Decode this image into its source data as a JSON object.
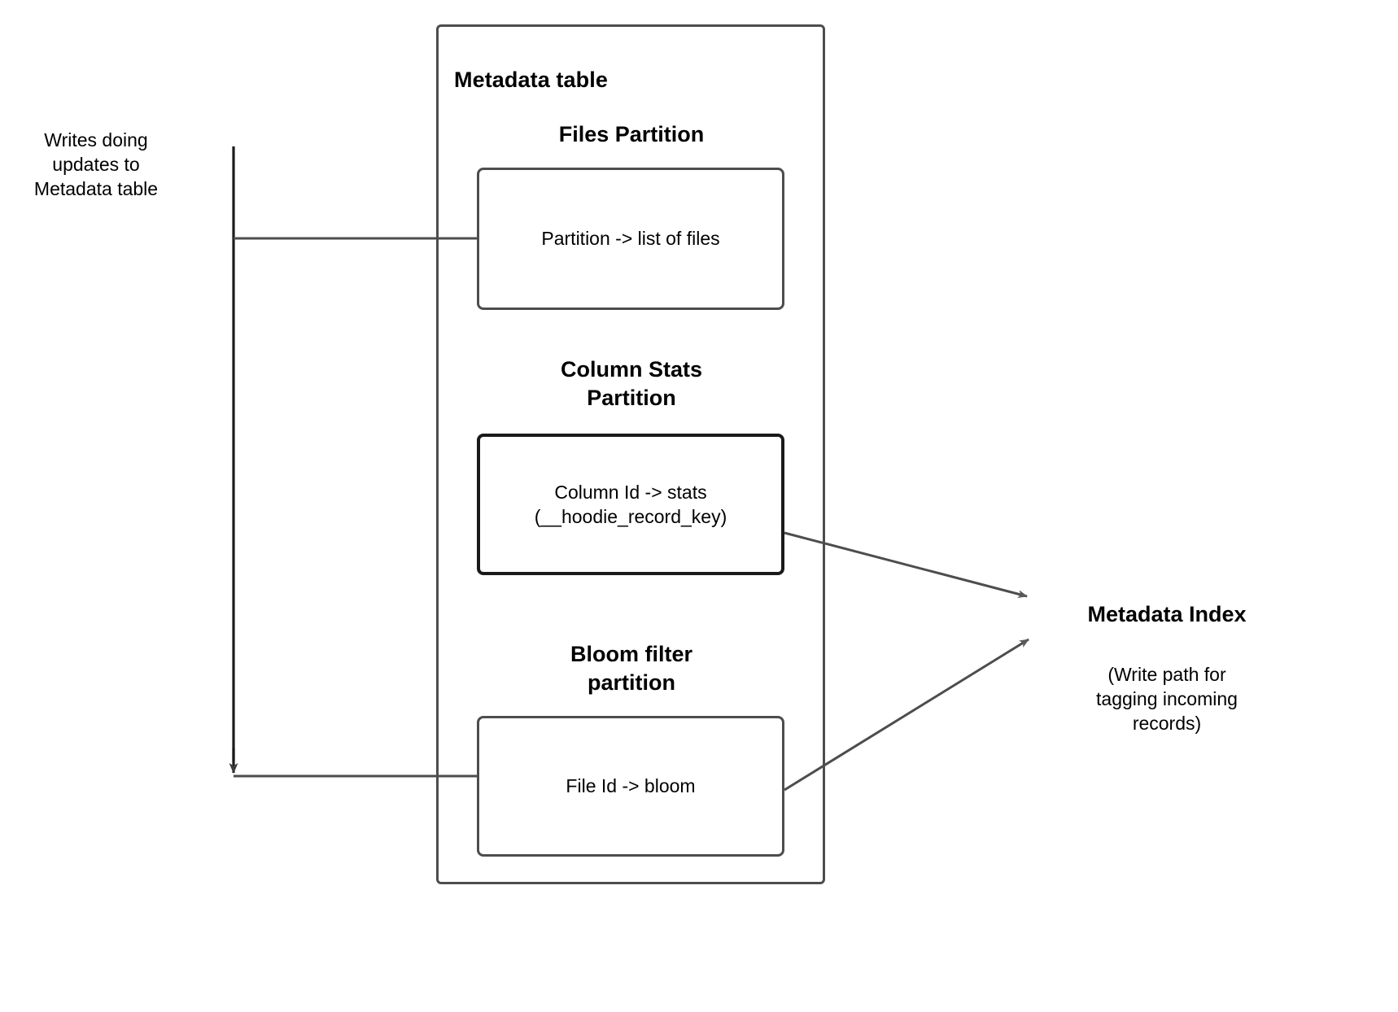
{
  "diagram": {
    "title_hidden": "",
    "colors": {
      "stroke": "#4d4d4d",
      "stroke_dark": "#1a1a1a",
      "arrow_fill": "#5a5a5a",
      "background": "#ffffff",
      "text": "#000000"
    },
    "left_label": "Writes doing\nupdates to\nMetadata table",
    "container": {
      "label": "Metadata table"
    },
    "partitions": [
      {
        "header": "Files Partition",
        "box_text": "Partition -> list of files"
      },
      {
        "header": "Column Stats\nPartition",
        "box_text": "Column Id  -> stats\n(__hoodie_record_key)"
      },
      {
        "header": "Bloom filter\npartition",
        "box_text": "File Id -> bloom"
      }
    ],
    "right_label": {
      "title": "Metadata Index",
      "caption": "(Write path for\ntagging incoming\nrecords)"
    },
    "connectors": [
      {
        "name": "writes-to-files-partition",
        "kind": "line",
        "from": "writes-trunk",
        "to": "files-partition-box"
      },
      {
        "name": "writes-to-bloom-partition",
        "kind": "arrow",
        "from": "writes-trunk",
        "to": "bloom-filter-box"
      },
      {
        "name": "column-stats-to-metadata-index",
        "kind": "arrow",
        "from": "column-stats-box",
        "to": "metadata-index"
      },
      {
        "name": "bloom-filter-to-metadata-index",
        "kind": "arrow",
        "from": "bloom-filter-box",
        "to": "metadata-index"
      }
    ]
  }
}
